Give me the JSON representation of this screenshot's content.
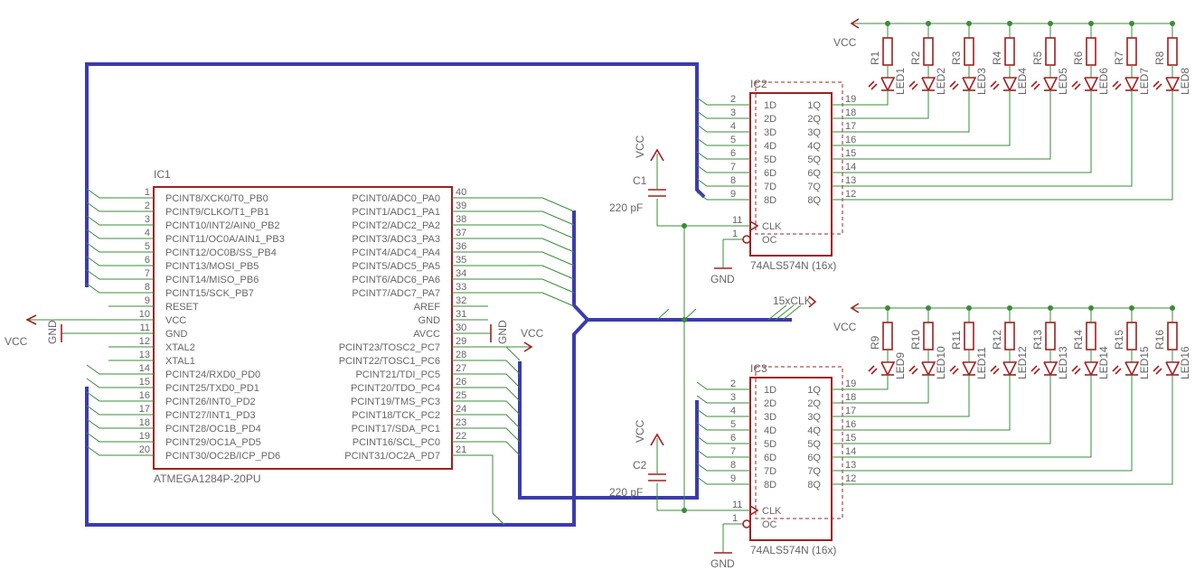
{
  "colors": {
    "wire": "#3a8c3a",
    "bus": "#3b3bb0",
    "part": "#a02020",
    "text": "#666666"
  },
  "mcu": {
    "name": "IC1",
    "value": "ATMEGA1284P-20PU",
    "left_pins": [
      {
        "num": "1",
        "label": "PCINT8/XCK0/T0_PB0"
      },
      {
        "num": "2",
        "label": "PCINT9/CLKO/T1_PB1"
      },
      {
        "num": "3",
        "label": "PCINT10/INT2/AIN0_PB2"
      },
      {
        "num": "4",
        "label": "PCINT11/OC0A/AIN1_PB3"
      },
      {
        "num": "5",
        "label": "PCINT12/OC0B/SS_PB4"
      },
      {
        "num": "6",
        "label": "PCINT13/MOSI_PB5"
      },
      {
        "num": "7",
        "label": "PCINT14/MISO_PB6"
      },
      {
        "num": "8",
        "label": "PCINT15/SCK_PB7"
      },
      {
        "num": "9",
        "label": "RESET"
      },
      {
        "num": "10",
        "label": "VCC"
      },
      {
        "num": "11",
        "label": "GND"
      },
      {
        "num": "12",
        "label": "XTAL2"
      },
      {
        "num": "13",
        "label": "XTAL1"
      },
      {
        "num": "14",
        "label": "PCINT24/RXD0_PD0"
      },
      {
        "num": "15",
        "label": "PCINT25/TXD0_PD1"
      },
      {
        "num": "16",
        "label": "PCINT26/INT0_PD2"
      },
      {
        "num": "17",
        "label": "PCINT27/INT1_PD3"
      },
      {
        "num": "18",
        "label": "PCINT28/OC1B_PD4"
      },
      {
        "num": "19",
        "label": "PCINT29/OC1A_PD5"
      },
      {
        "num": "20",
        "label": "PCINT30/OC2B/ICP_PD6"
      }
    ],
    "right_pins": [
      {
        "num": "40",
        "label": "PCINT0/ADC0_PA0"
      },
      {
        "num": "39",
        "label": "PCINT1/ADC1_PA1"
      },
      {
        "num": "38",
        "label": "PCINT2/ADC2_PA2"
      },
      {
        "num": "37",
        "label": "PCINT3/ADC3_PA3"
      },
      {
        "num": "36",
        "label": "PCINT4/ADC4_PA4"
      },
      {
        "num": "35",
        "label": "PCINT5/ADC5_PA5"
      },
      {
        "num": "34",
        "label": "PCINT6/ADC6_PA6"
      },
      {
        "num": "33",
        "label": "PCINT7/ADC7_PA7"
      },
      {
        "num": "32",
        "label": "AREF"
      },
      {
        "num": "31",
        "label": "GND"
      },
      {
        "num": "30",
        "label": "AVCC"
      },
      {
        "num": "29",
        "label": "PCINT23/TOSC2_PC7"
      },
      {
        "num": "28",
        "label": "PCINT22/TOSC1_PC6"
      },
      {
        "num": "27",
        "label": "PCINT21/TDI_PC5"
      },
      {
        "num": "26",
        "label": "PCINT20/TDO_PC4"
      },
      {
        "num": "25",
        "label": "PCINT19/TMS_PC3"
      },
      {
        "num": "24",
        "label": "PCINT18/TCK_PC2"
      },
      {
        "num": "23",
        "label": "PCINT17/SDA_PC1"
      },
      {
        "num": "22",
        "label": "PCINT16/SCL_PC0"
      },
      {
        "num": "21",
        "label": "PCINT31/OC2A_PD7"
      }
    ]
  },
  "latches": [
    {
      "name": "IC2",
      "value": "74ALS574N (16x)",
      "d_pins": [
        {
          "num": "2",
          "label": "1D"
        },
        {
          "num": "3",
          "label": "2D"
        },
        {
          "num": "4",
          "label": "3D"
        },
        {
          "num": "5",
          "label": "4D"
        },
        {
          "num": "6",
          "label": "5D"
        },
        {
          "num": "7",
          "label": "6D"
        },
        {
          "num": "8",
          "label": "7D"
        },
        {
          "num": "9",
          "label": "8D"
        }
      ],
      "q_pins": [
        {
          "num": "19",
          "label": "1Q"
        },
        {
          "num": "18",
          "label": "2Q"
        },
        {
          "num": "17",
          "label": "3Q"
        },
        {
          "num": "16",
          "label": "4Q"
        },
        {
          "num": "15",
          "label": "5Q"
        },
        {
          "num": "14",
          "label": "6Q"
        },
        {
          "num": "13",
          "label": "7Q"
        },
        {
          "num": "12",
          "label": "8Q"
        }
      ],
      "clk": {
        "num": "11",
        "label": "CLK"
      },
      "oc": {
        "num": "1",
        "label": "OC"
      },
      "cap": {
        "name": "C1",
        "value": "220 pF"
      },
      "resistors": [
        "R1",
        "R2",
        "R3",
        "R4",
        "R5",
        "R6",
        "R7",
        "R8"
      ],
      "leds": [
        "LED1",
        "LED2",
        "LED3",
        "LED4",
        "LED5",
        "LED6",
        "LED7",
        "LED8"
      ]
    },
    {
      "name": "IC3",
      "value": "74ALS574N (16x)",
      "d_pins": [
        {
          "num": "2",
          "label": "1D"
        },
        {
          "num": "3",
          "label": "2D"
        },
        {
          "num": "4",
          "label": "3D"
        },
        {
          "num": "5",
          "label": "4D"
        },
        {
          "num": "6",
          "label": "5D"
        },
        {
          "num": "7",
          "label": "6D"
        },
        {
          "num": "8",
          "label": "7D"
        },
        {
          "num": "9",
          "label": "8D"
        }
      ],
      "q_pins": [
        {
          "num": "19",
          "label": "1Q"
        },
        {
          "num": "18",
          "label": "2Q"
        },
        {
          "num": "17",
          "label": "3Q"
        },
        {
          "num": "16",
          "label": "4Q"
        },
        {
          "num": "15",
          "label": "5Q"
        },
        {
          "num": "14",
          "label": "6Q"
        },
        {
          "num": "13",
          "label": "7Q"
        },
        {
          "num": "12",
          "label": "8Q"
        }
      ],
      "clk": {
        "num": "11",
        "label": "CLK"
      },
      "oc": {
        "num": "1",
        "label": "OC"
      },
      "cap": {
        "name": "C2",
        "value": "220 pF"
      },
      "resistors": [
        "R9",
        "R10",
        "R11",
        "R12",
        "R13",
        "R14",
        "R15",
        "R16"
      ],
      "leds": [
        "LED9",
        "LED10",
        "LED11",
        "LED12",
        "LED13",
        "LED14",
        "LED15",
        "LED16"
      ]
    }
  ],
  "net_labels": {
    "vcc": "VCC",
    "gnd": "GND",
    "clk_bus": "15xCLK"
  }
}
